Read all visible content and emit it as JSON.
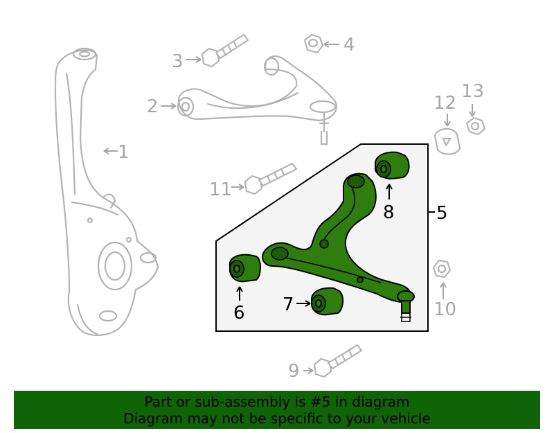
{
  "callouts": {
    "c1": "1",
    "c2": "2",
    "c3": "3",
    "c4": "4",
    "c5": "5",
    "c6": "6",
    "c7": "7",
    "c8": "8",
    "c9": "9",
    "c10": "10",
    "c11": "11",
    "c12": "12",
    "c13": "13"
  },
  "highlighted_part": "5",
  "colors": {
    "highlight": "#2f7d0e",
    "banner": "#116307",
    "part_outline": "#b3b3b3",
    "callout_grey": "#a6a6a6"
  },
  "banner": {
    "line1": "Part or sub-assembly is #5 in diagram",
    "line2": "Diagram may not be specific to your vehicle"
  }
}
